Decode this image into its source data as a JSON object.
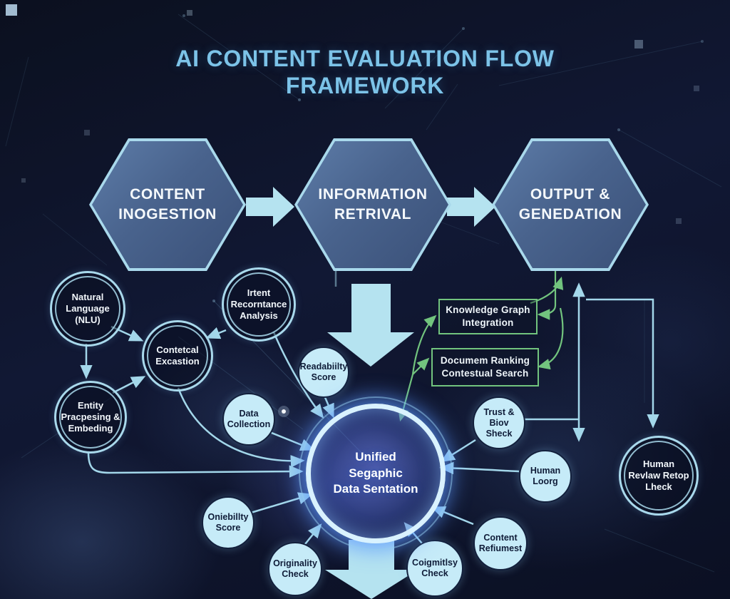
{
  "title": {
    "text": "AI CONTENT EVALUATION FLOW\nFRAMEWORK"
  },
  "stages": {
    "ingestion": {
      "label": "CONTENT\nINOGESTION"
    },
    "retrieval": {
      "label": "INFORMATION\nRETRIVAL"
    },
    "generation": {
      "label": "OUTPUT &\nGENEDATION"
    }
  },
  "process_nodes": {
    "natural_language": {
      "label": "Natural\nLanguage\n(NLU)"
    },
    "intent_analysis": {
      "label": "Irtent\nRecorntance\nAnalysis"
    },
    "contextual_extraction": {
      "label": "Contetcal\nExcastion"
    },
    "entity_embedding": {
      "label": "Entity\nPracpesing &\nEmbeding"
    },
    "readability_score": {
      "label": "Readabiilty\nScore"
    },
    "data_collection": {
      "label": "Data\nCollection"
    },
    "trust_bias_check": {
      "label": "Trust & Biov\nSheck"
    },
    "human_loop": {
      "label": "Human\nLoorg"
    },
    "human_review": {
      "label": "Human\nRevlaw Retop\nLheck"
    },
    "credibility_score": {
      "label": "Oniebillty\nScore"
    },
    "originality_check": {
      "label": "Originality\nCheck"
    },
    "coherence_check": {
      "label": "Coigmitlsy\nCheck"
    },
    "content_refinement": {
      "label": "Content\nRefiumest"
    }
  },
  "retrieval_modules": {
    "knowledge_graph": {
      "label": "Knowledge Graph\nIntegration"
    },
    "document_ranking": {
      "label": "Documem Ranking\nContestual Search"
    }
  },
  "hub": {
    "label": "Unified\nSegaphic\nData Sentation"
  },
  "colors": {
    "title": "#7cc3e8",
    "hex_border": "#a9d9ec",
    "block_arrow": "#b5e3f0",
    "green_accent": "#72c47e",
    "light_node_fill": "#c6ebf8",
    "hub_glow": "#6aa8ff"
  }
}
